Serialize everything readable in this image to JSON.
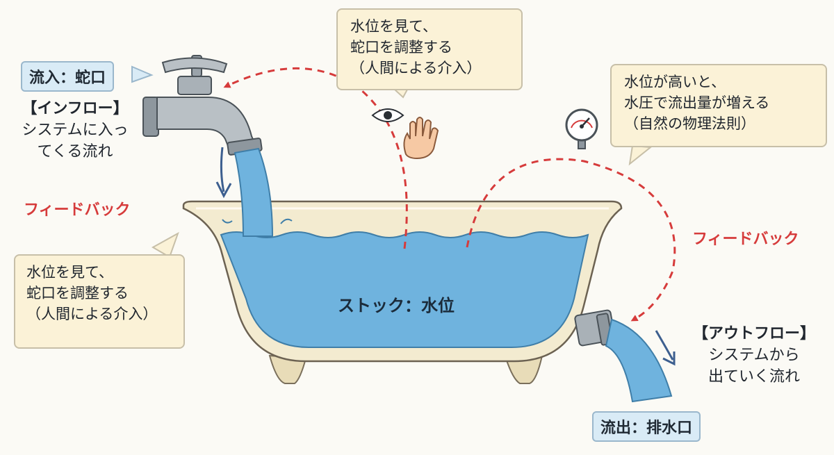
{
  "colors": {
    "water": "#6fb3de",
    "feedback_arrow": "#d63b3b",
    "callout_bg": "#fbf2d7",
    "tag_bg": "#d9ebf6",
    "tub": "#f3ebd0"
  },
  "icons": [
    "faucet-icon",
    "eye-icon",
    "hand-icon",
    "pressure-gauge-icon",
    "drain-pipe-icon",
    "bathtub-icon"
  ],
  "inflow": {
    "tag": "流入：蛇口",
    "heading": "【インフロー】",
    "desc": [
      "システムに入っ",
      "てくる流れ"
    ]
  },
  "feedback_label": "フィードバック",
  "human_callout_top": {
    "lines": [
      "水位を見て、",
      "蛇口を調整する",
      "（人間による介入）"
    ]
  },
  "human_callout_left": {
    "lines": [
      "水位を見て、",
      "蛇口を調整する",
      "（人間による介入）"
    ]
  },
  "physics_callout": {
    "lines": [
      "水位が高いと、",
      "水圧で流出量が増える",
      "（自然の物理法則）"
    ]
  },
  "stock": {
    "label": "ストック：水位"
  },
  "outflow": {
    "heading": "【アウトフロー】",
    "desc": [
      "システムから",
      "出ていく流れ"
    ],
    "tag": "流出：排水口"
  }
}
